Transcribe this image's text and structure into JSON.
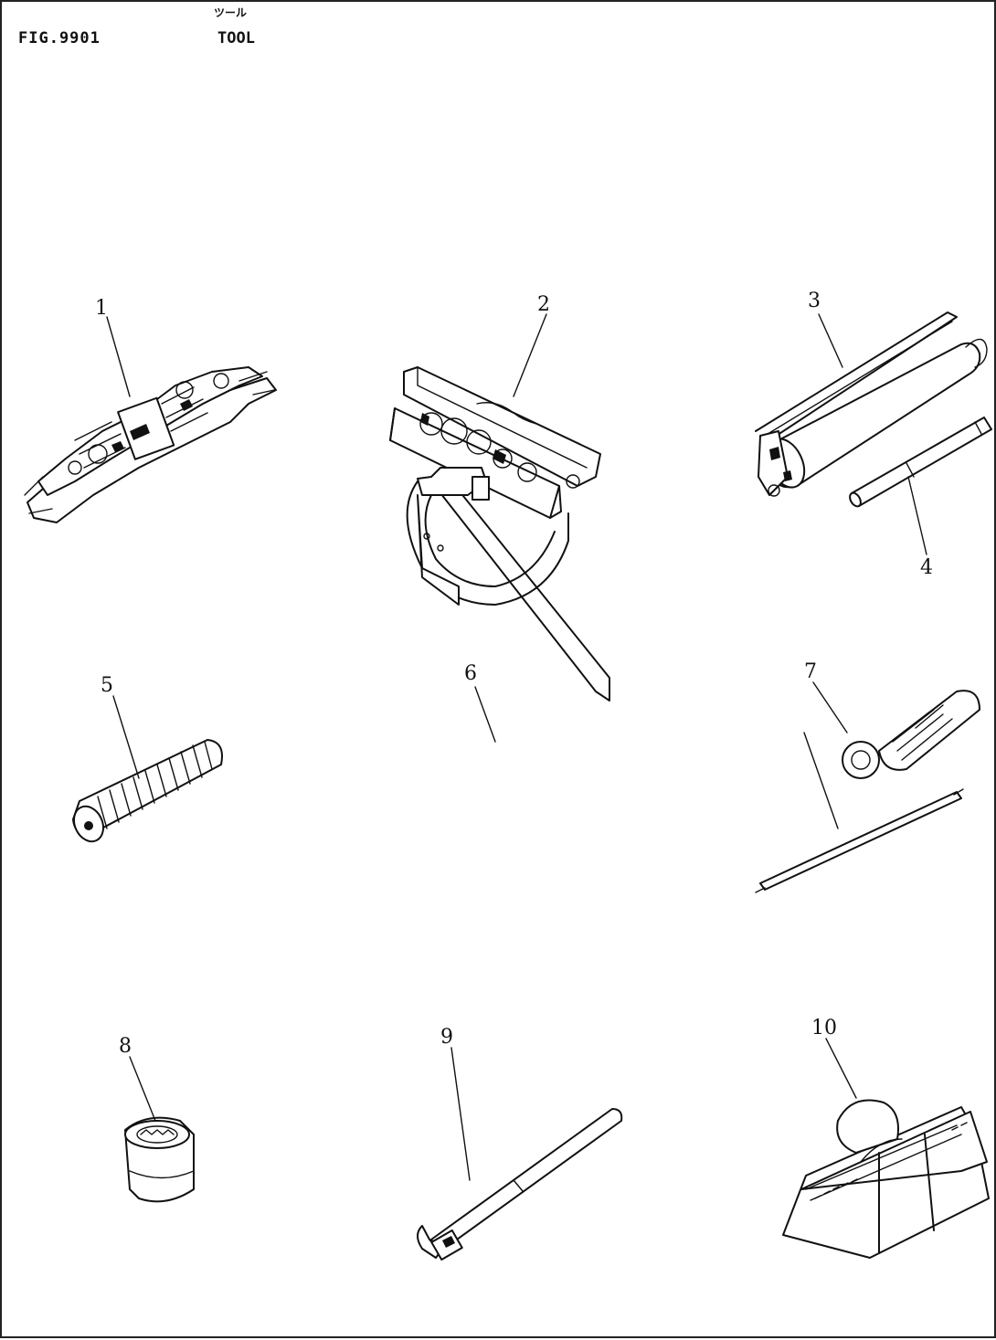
{
  "header": {
    "fig_code": "FIG.9901",
    "title_jp": "ツール",
    "title_en": "TOOL"
  },
  "callouts": [
    "1",
    "2",
    "3",
    "4",
    "5",
    "6",
    "7",
    "8",
    "9",
    "10"
  ]
}
